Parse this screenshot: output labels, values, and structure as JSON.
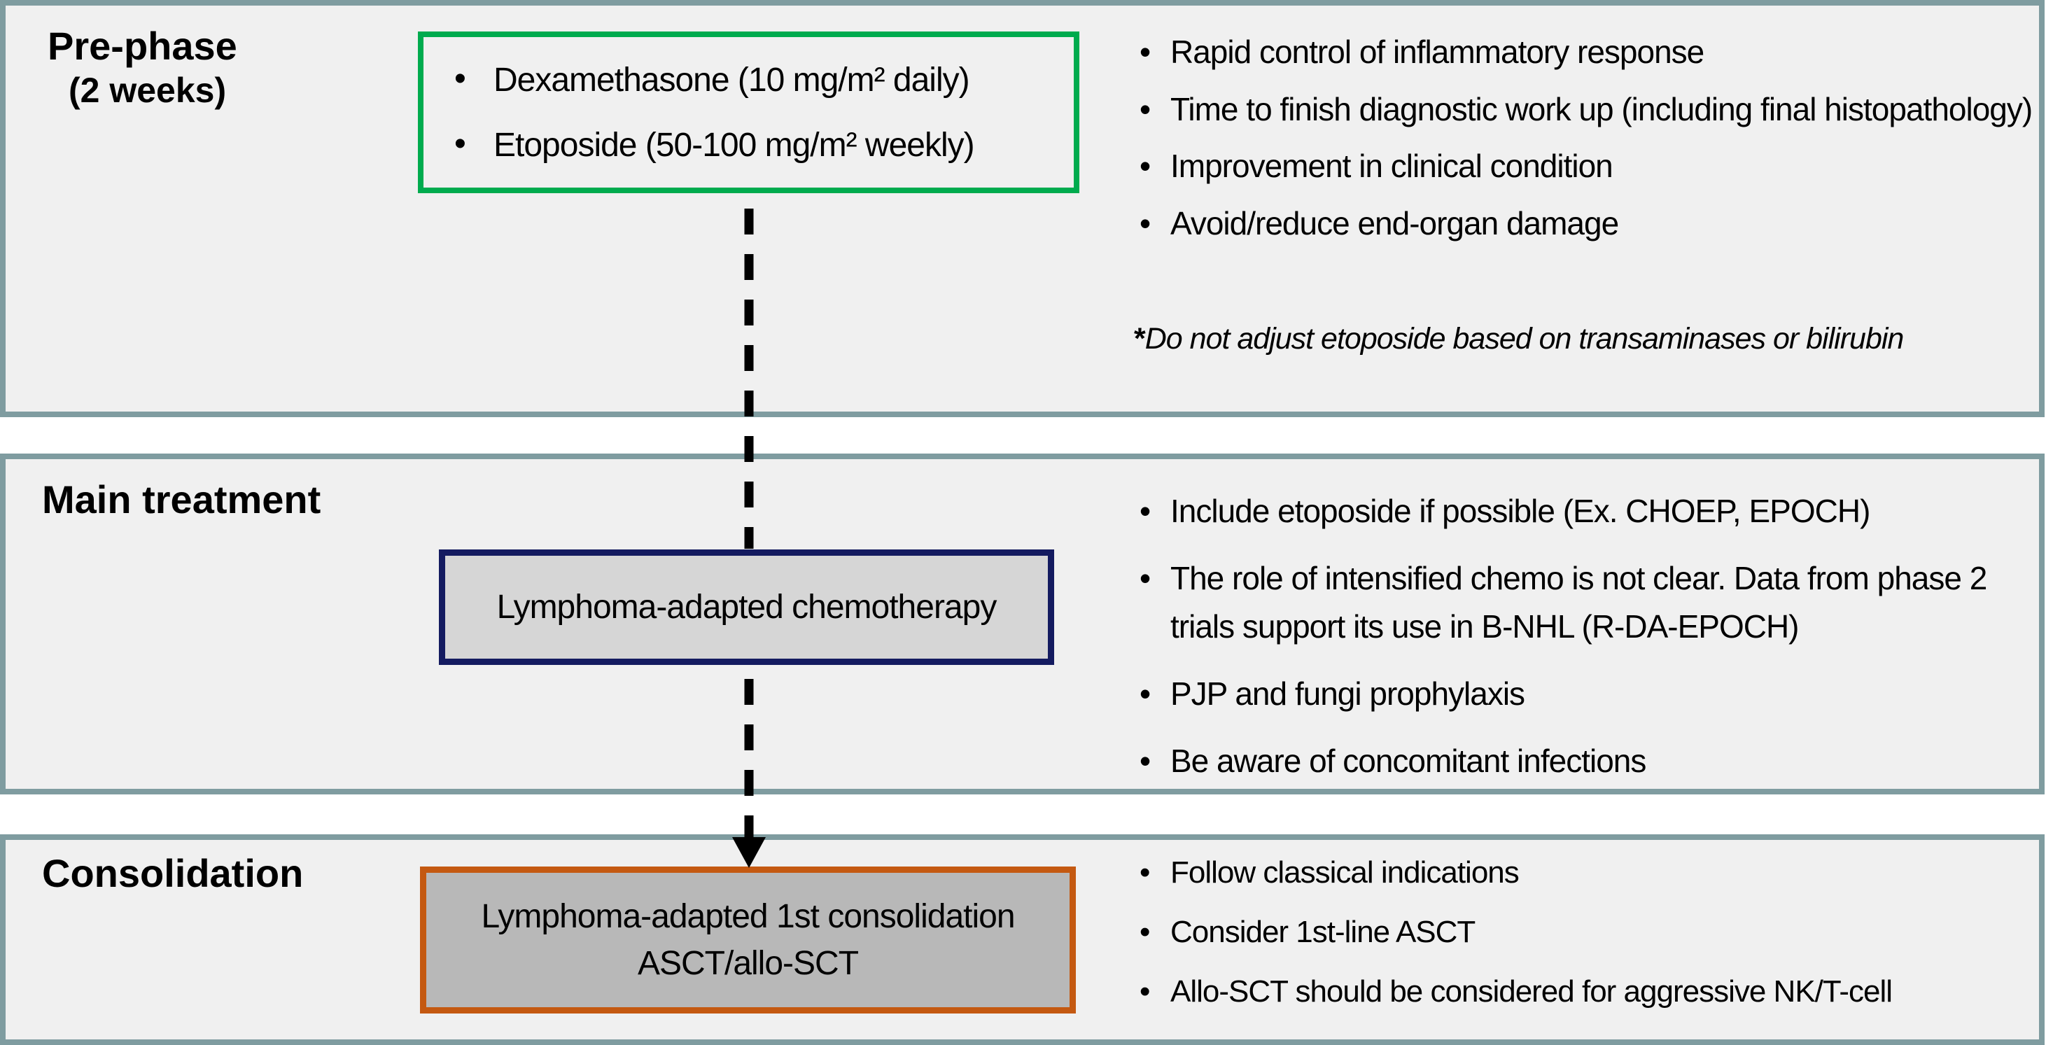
{
  "diagram": {
    "phases": [
      {
        "label": "Pre-phase",
        "sublabel": "(2 weeks)",
        "box_items": [
          "Dexamethasone (10 mg/m² daily)",
          "Etoposide (50-100 mg/m² weekly)"
        ],
        "notes": [
          "Rapid control of inflammatory response",
          "Time to finish diagnostic work up (including final histopathology)",
          "Improvement in clinical condition",
          "Avoid/reduce end-organ damage"
        ],
        "footnote_marker": "*",
        "footnote": "Do not adjust etoposide based on transaminases or bilirubin"
      },
      {
        "label": "Main treatment",
        "box_text": "Lymphoma-adapted chemotherapy",
        "notes": [
          "Include etoposide if possible (Ex. CHOEP, EPOCH)",
          "The role of intensified chemo is not clear. Data from phase 2 trials support its use in B-NHL (R-DA-EPOCH)",
          "PJP and fungi prophylaxis",
          "Be aware of concomitant infections"
        ]
      },
      {
        "label": "Consolidation",
        "box_text": "Lymphoma-adapted 1st consolidation ASCT/allo-SCT",
        "notes": [
          "Follow classical indications",
          "Consider 1st-line ASCT",
          "Allo-SCT should be considered for aggressive NK/T-cell"
        ]
      }
    ],
    "colors": {
      "panel_border": "#7f9ca0",
      "panel_bg": "#f0f0f0",
      "prephase_box_border": "#00ab4e",
      "main_box_border": "#141b60",
      "main_box_fill": "#d6d6d6",
      "consolidation_box_border": "#c45911",
      "consolidation_box_fill": "#b8b8b8",
      "arrow": "#000000"
    }
  }
}
